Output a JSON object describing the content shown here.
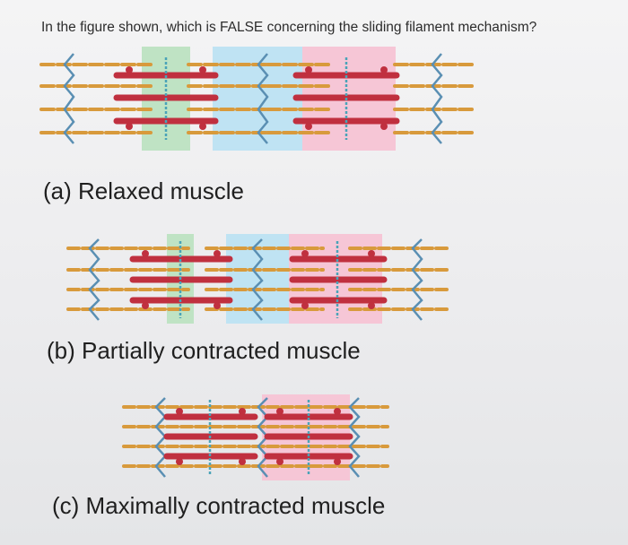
{
  "question": {
    "text": "In the figure shown, which is FALSE concerning the sliding filament mechanism?"
  },
  "figure": {
    "panels": [
      {
        "id": "a",
        "caption": "(a) Relaxed muscle"
      },
      {
        "id": "b",
        "caption": "(b) Partially contracted muscle"
      },
      {
        "id": "c",
        "caption": "(c) Maximally contracted muscle"
      }
    ],
    "colors": {
      "i_band_green": "#bfe3c4",
      "h_zone_blue": "#bfe3f3",
      "a_band_pink": "#f6c6d6",
      "thick_filament": "#c0303f",
      "thin_filament": "#d89a3c",
      "z_disc": "#5a8fb3",
      "m_line": "#4aa3b8"
    }
  }
}
